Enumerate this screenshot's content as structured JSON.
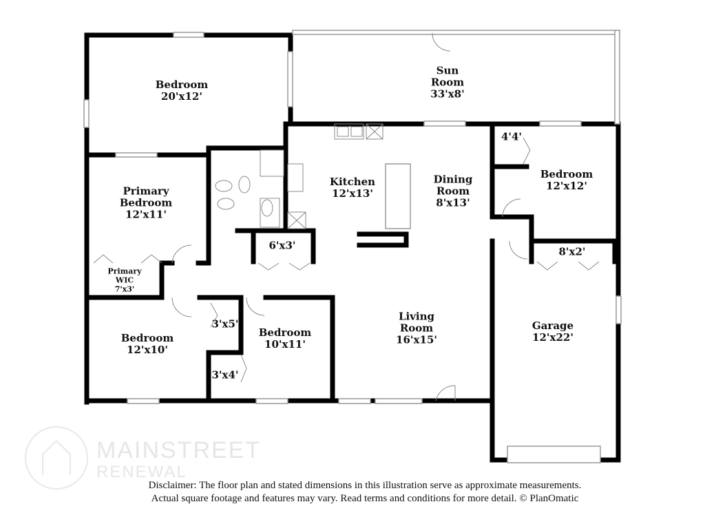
{
  "rooms": {
    "bedroom_top": {
      "name": "Bedroom",
      "dims": "20'x12'"
    },
    "sun_room": {
      "name1": "Sun",
      "name2": "Room",
      "dims": "33'x8'"
    },
    "primary_bedroom": {
      "name1": "Primary",
      "name2": "Bedroom",
      "dims": "12'x11'"
    },
    "kitchen": {
      "name": "Kitchen",
      "dims": "12'x13'"
    },
    "dining_room": {
      "name1": "Dining",
      "name2": "Room",
      "dims": "8'x13'"
    },
    "closet_4x4": {
      "dims": "4'4'"
    },
    "bedroom_right": {
      "name": "Bedroom",
      "dims": "12'x12'"
    },
    "closet_6x3": {
      "dims": "6'x3'"
    },
    "closet_8x2": {
      "dims": "8'x2'"
    },
    "primary_wic": {
      "name1": "Primary",
      "name2": "WIC",
      "dims": "7'x3'"
    },
    "closet_3x5": {
      "dims": "3'x5'"
    },
    "closet_3x4": {
      "dims": "3'x4'"
    },
    "bedroom_left": {
      "name": "Bedroom",
      "dims": "12'x10'"
    },
    "bedroom_mid": {
      "name": "Bedroom",
      "dims": "10'x11'"
    },
    "living_room": {
      "name1": "Living",
      "name2": "Room",
      "dims": "16'x15'"
    },
    "garage": {
      "name": "Garage",
      "dims": "12'x22'"
    }
  },
  "logo": {
    "line1": "MAINSTREET",
    "line2": "RENEWAL"
  },
  "disclaimer": {
    "line1": "Disclaimer: The floor plan and stated dimensions in this illustration serve as approximate measurements.",
    "line2": "Actual square footage and features may vary. Read terms and conditions for more detail. © PlanOmatic"
  }
}
